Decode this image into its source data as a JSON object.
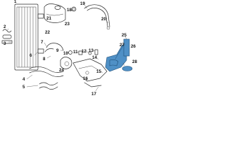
{
  "callouts": [
    "1",
    "2",
    "3",
    "4",
    "5",
    "6",
    "7",
    "8",
    "9",
    "10",
    "11",
    "12",
    "13",
    "14",
    "15",
    "16",
    "17",
    "18",
    "19",
    "20",
    "21",
    "22",
    "23",
    "24",
    "25",
    "26",
    "27",
    "28"
  ],
  "colors": {
    "line": "#2a2a2a",
    "highlight": "#4f90c6",
    "highlight_outline": "#1f4f78",
    "background": "#ffffff"
  }
}
